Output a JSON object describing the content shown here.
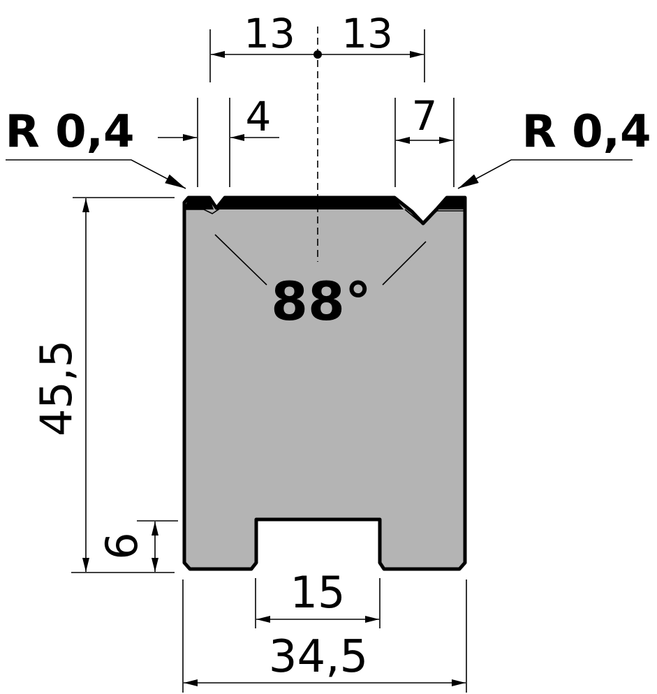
{
  "colors": {
    "body_fill": "#b4b4b4",
    "outline": "#000000",
    "background": "#ffffff"
  },
  "dimensions": {
    "half_width_left": "13",
    "half_width_right": "13",
    "groove_left": "4",
    "groove_right": "7",
    "radius_left": "R 0,4",
    "radius_right": "R 0,4",
    "angle": "88°",
    "height": "45,5",
    "slot_depth": "6",
    "slot_width": "15",
    "total_width": "34,5"
  }
}
